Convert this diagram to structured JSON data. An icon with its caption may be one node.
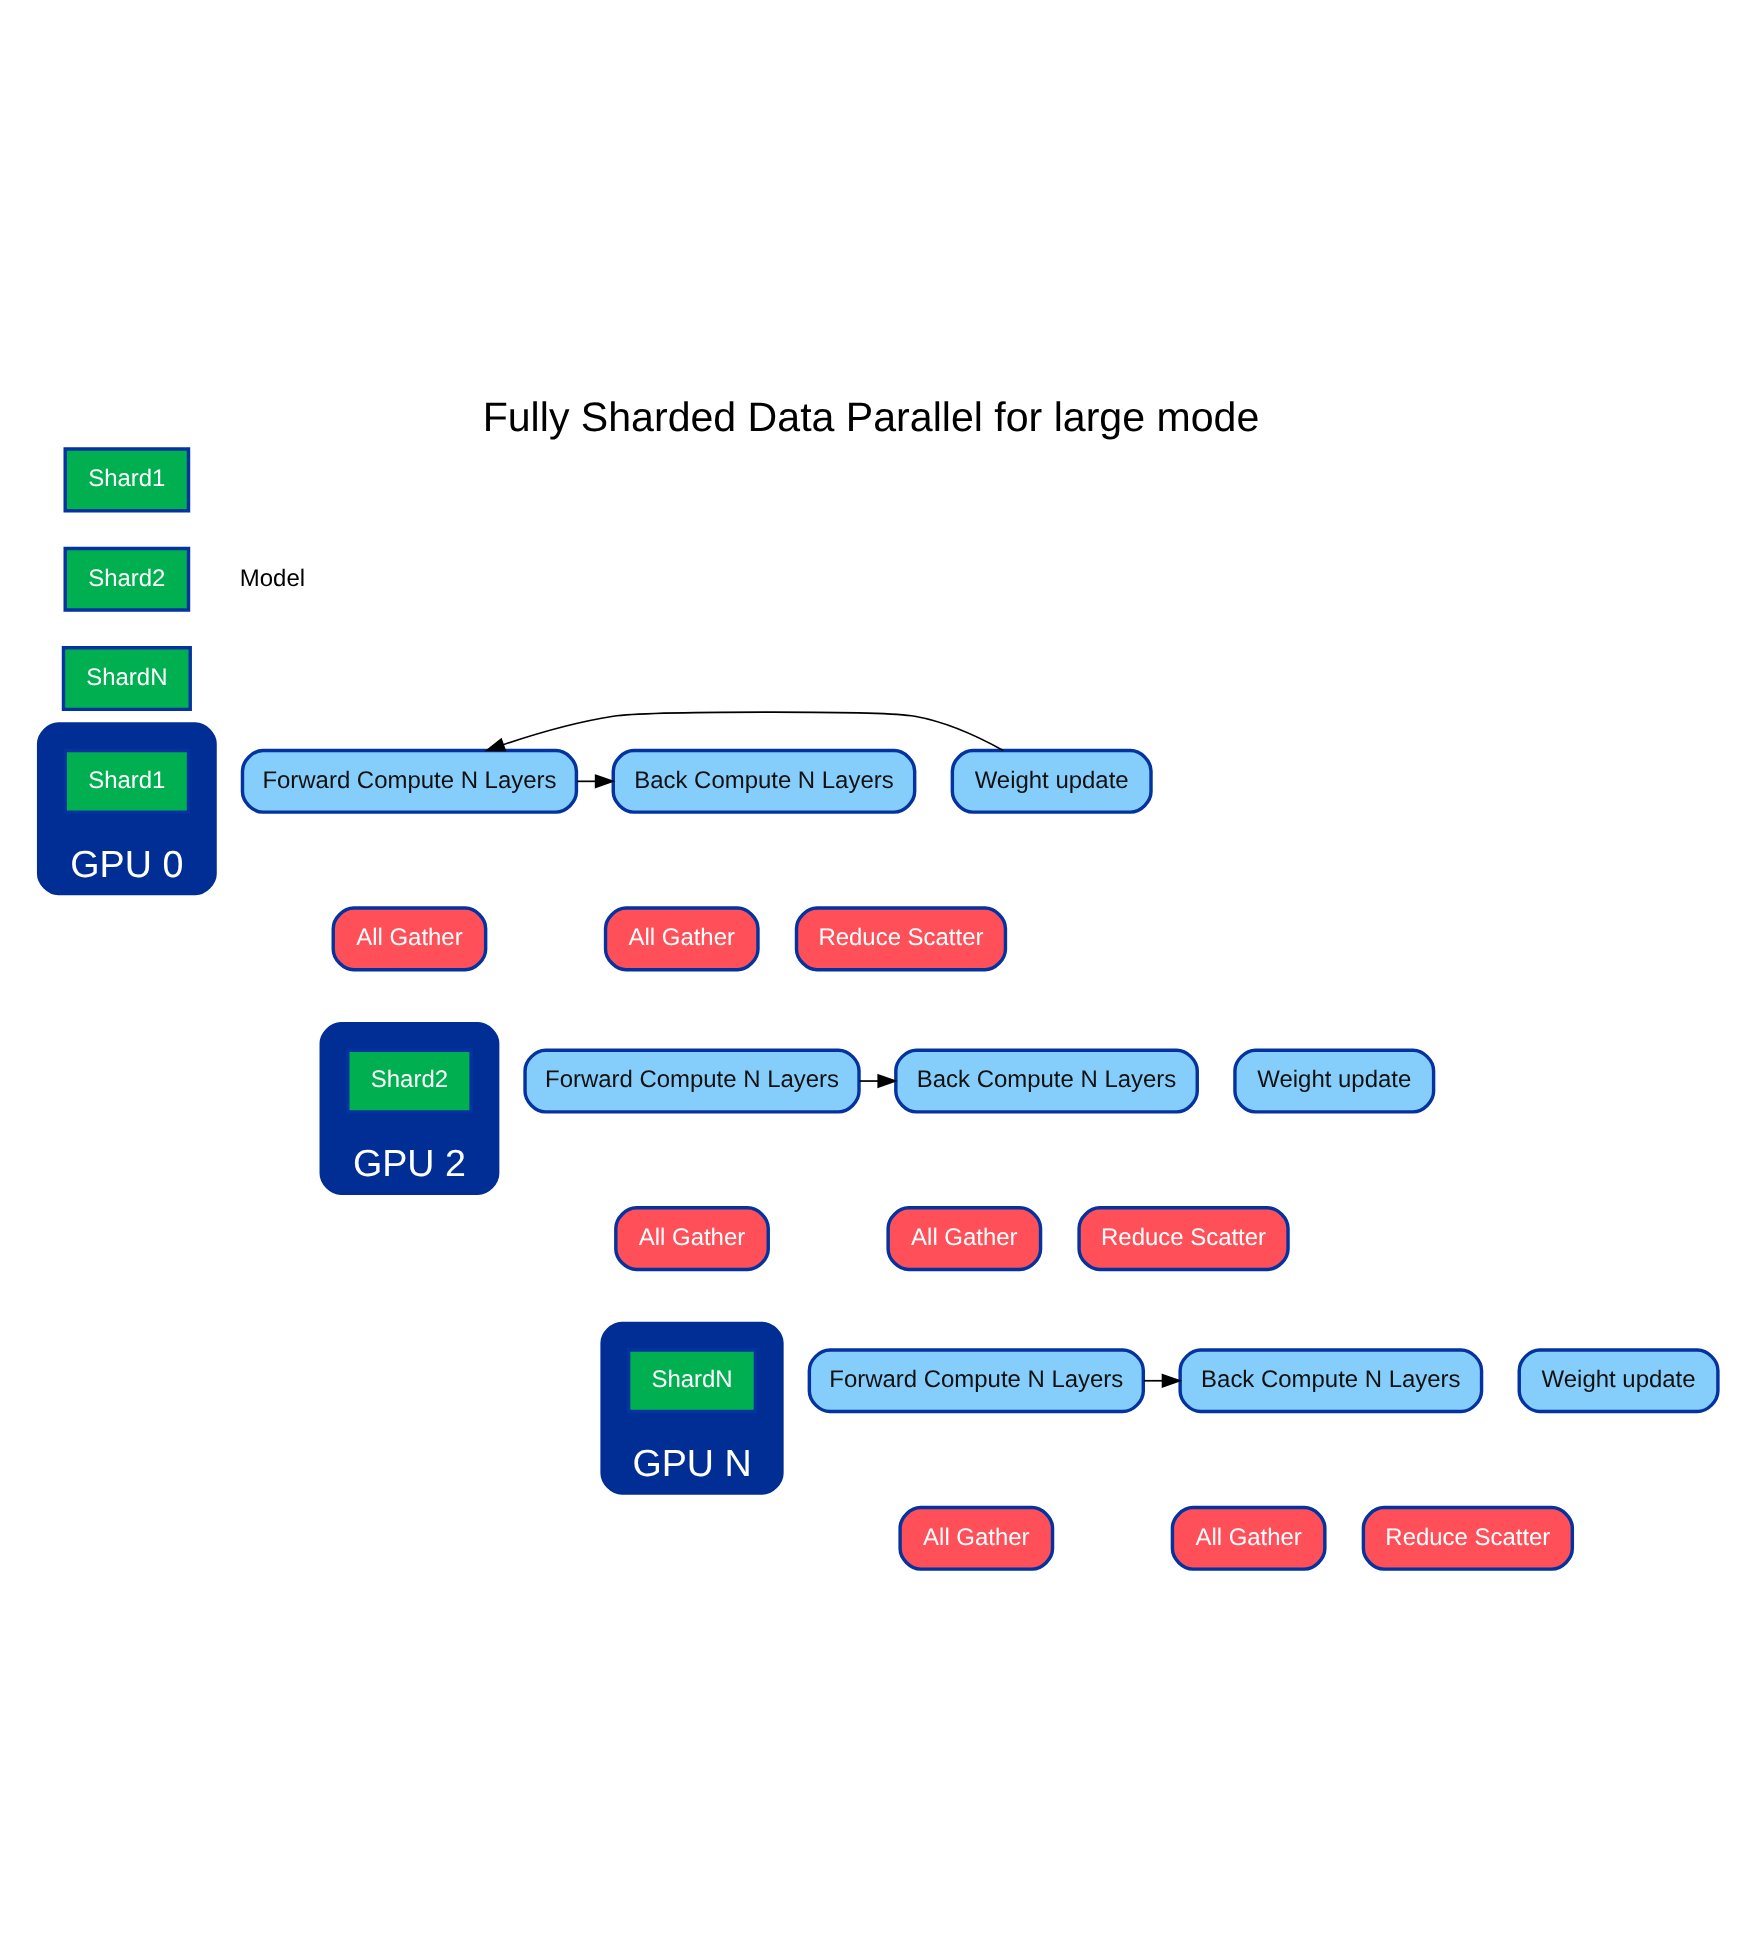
{
  "diagram": {
    "title": "Fully Sharded Data Parallel for large mode",
    "nodes": [
      {
        "text": [
          "Shard1"
        ]
      },
      {
        "text": [
          "Shard2"
        ]
      },
      {
        "text": [
          "ShardN"
        ]
      },
      {
        "text": [],
        "shape": "box",
        "beside": [
          "GPU 0"
        ]
      },
      {
        "text": [
          "Shard1"
        ],
        "in": 3
      },
      {
        "text": [
          "Forward Compute N Layers"
        ]
      },
      {
        "text": [
          "Back Compute N Layers"
        ]
      },
      {
        "text": [
          "Weight update"
        ]
      },
      {
        "text": [
          "All Gather"
        ]
      },
      {
        "text": [
          "All Gather"
        ]
      },
      {
        "text": [
          "Reduce Scatter"
        ]
      },
      {
        "text": [],
        "shape": "box",
        "beside": [
          "GPU 2"
        ]
      },
      {
        "text": [
          "Shard2"
        ],
        "in": 11
      },
      {
        "text": [
          "Forward Compute N Layers"
        ]
      },
      {
        "text": [
          "Back Compute N Layers"
        ]
      },
      {
        "text": [
          "Weight update"
        ]
      },
      {
        "text": [
          "All Gather"
        ]
      },
      {
        "text": [
          "All Gather"
        ]
      },
      {
        "text": [
          "Reduce Scatter"
        ]
      },
      {
        "text": [],
        "shape": "box",
        "beside": [
          "GPU N"
        ]
      },
      {
        "text": [
          "ShardN"
        ],
        "in": 19
      },
      {
        "text": [
          "Forward Compute N Layers"
        ]
      },
      {
        "text": [
          "Back Compute N Layers"
        ]
      },
      {
        "text": [
          "Weight update"
        ]
      },
      {
        "text": [
          "All Gather"
        ]
      },
      {
        "text": [
          "All Gather"
        ]
      },
      {
        "text": [
          "Reduce Scatter"
        ]
      }
    ],
    "edges": [
      {
        "from": 5,
        "to": 6,
        "arrow": "to"
      },
      {
        "from": 7,
        "to": 5,
        "arrow": "to"
      },
      {
        "from": 13,
        "to": 14,
        "arrow": "to"
      },
      {
        "from": 21,
        "to": 22,
        "arrow": "to"
      }
    ],
    "labels": [
      "Model"
    ]
  }
}
